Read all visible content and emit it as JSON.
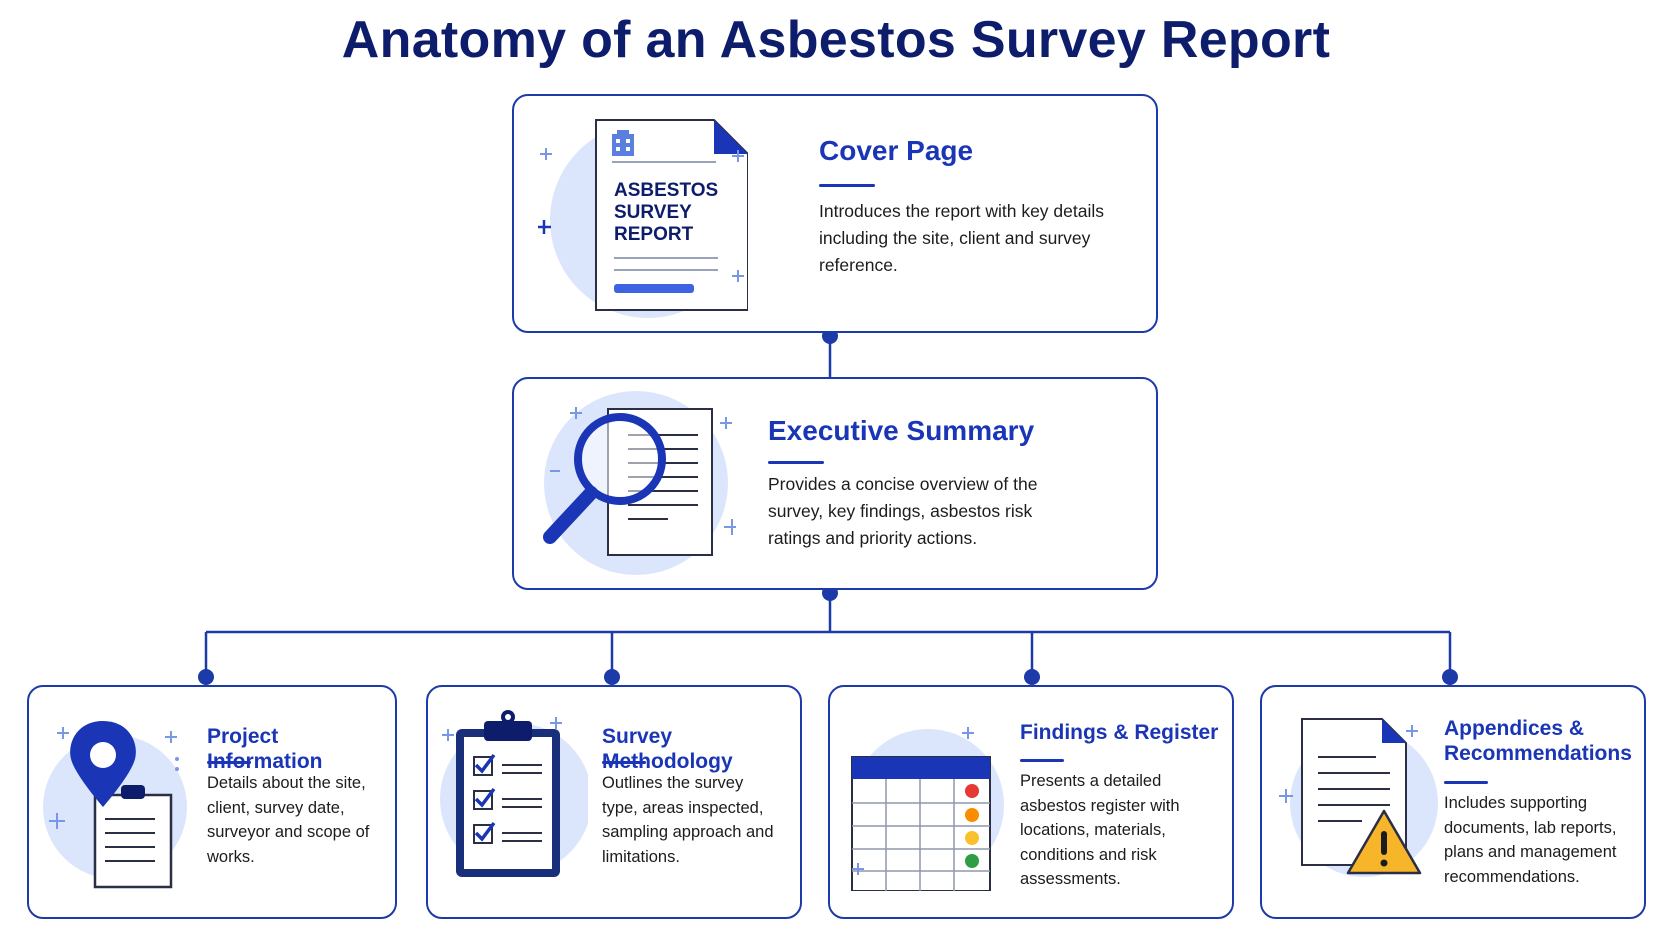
{
  "title": "Anatomy of an Asbestos Survey Report",
  "colors": {
    "navy": "#0e1d6b",
    "accent": "#1a35b5",
    "light_blue": "#dbe5fb",
    "risk_red": "#e53935",
    "risk_orange": "#fb8c00",
    "risk_yellow": "#fbc02d",
    "risk_green": "#2e9e44",
    "warning_yellow": "#f7b529"
  },
  "sections": {
    "cover": {
      "heading": "Cover Page",
      "description": "Introduces the report with key details including the site, client and survey reference.",
      "icon": "cover-document-icon",
      "doc_text": [
        "ASBESTOS",
        "SURVEY",
        "REPORT"
      ]
    },
    "executive": {
      "heading": "Executive Summary",
      "description": "Provides a concise overview of the survey, key findings, asbestos risk ratings and priority actions.",
      "icon": "magnifying-glass-document-icon"
    },
    "project": {
      "heading": "Project Information",
      "description": "Details about the site, client, survey date, surveyor and scope of works.",
      "icon": "location-pin-clipboard-icon"
    },
    "methodology": {
      "heading": "Survey Methodology",
      "description": "Outlines the survey type, areas inspected, sampling approach and limitations.",
      "icon": "checklist-clipboard-icon"
    },
    "findings": {
      "heading": "Findings & Register",
      "description": "Presents a detailed asbestos register with locations, materials, conditions and risk assessments.",
      "icon": "register-table-icon"
    },
    "appendices": {
      "heading_lines": [
        "Appendices &",
        "Recommendations"
      ],
      "description": "Includes supporting documents, lab reports, plans and management recommendations.",
      "icon": "document-warning-icon"
    }
  }
}
